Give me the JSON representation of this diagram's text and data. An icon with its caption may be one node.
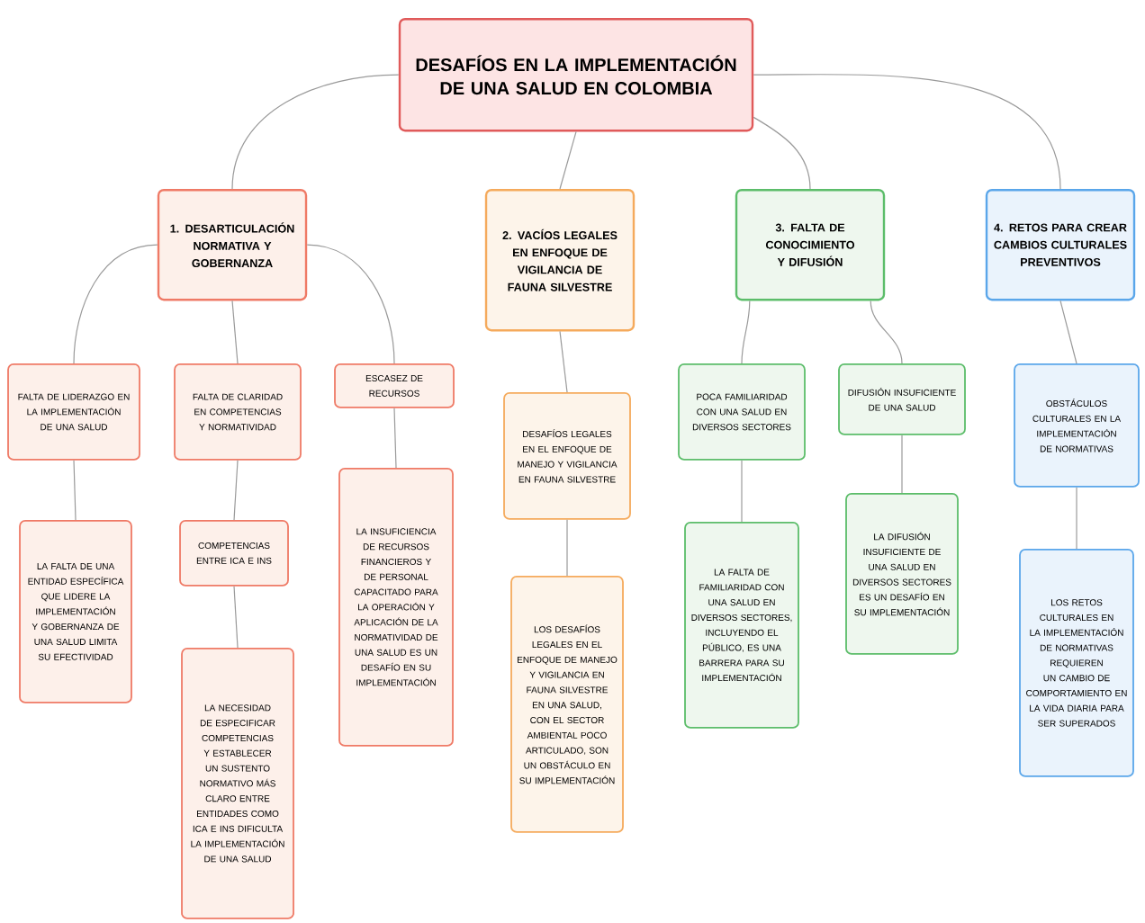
{
  "diagram": {
    "nodes": [
      {
        "text": [
          "DESAFÍOS EN LA IMPLEMENTACIÓN DE UNA SALUD EN COLOMBIA"
        ]
      },
      {
        "text": [
          "1. DESARTICULACIÓN NORMATIVA Y GOBERNANZA"
        ]
      },
      {
        "text": [
          "2. VACÍOS LEGALES EN ENFOQUE DE VIGILANCIA DE FAUNA SILVESTRE"
        ]
      },
      {
        "text": [
          "3. FALTA DE CONOCIMIENTO Y DIFUSIÓN"
        ]
      },
      {
        "text": [
          "4. RETOS PARA CREAR CAMBIOS CULTURALES PREVENTIVOS"
        ]
      },
      {
        "text": [
          "FALTA DE LIDERAZGO EN LA IMPLEMENTACIÓN DE UNA SALUD"
        ]
      },
      {
        "text": [
          "FALTA DE CLARIDAD EN COMPETENCIAS Y NORMATIVIDAD"
        ]
      },
      {
        "text": [
          "ESCASEZ DE RECURSOS"
        ]
      },
      {
        "text": [
          "LA FALTA DE UNA ENTIDAD ESPECÍFICA QUE LIDERE LA IMPLEMENTACIÓN Y GOBERNANZA DE UNA SALUD LIMITA SU EFECTIVIDAD"
        ]
      },
      {
        "text": [
          "COMPETENCIAS ENTRE ICA E INS"
        ]
      },
      {
        "text": [
          "LA NECESIDAD DE ESPECIFICAR COMPETENCIAS Y ESTABLECER UN SUSTENTO NORMATIVO MÁS CLARO ENTRE ENTIDADES COMO ICA E INS DIFICULTA LA IMPLEMENTACIÓN DE UNA SALUD"
        ]
      },
      {
        "text": [
          "LA INSUFICIENCIA DE RECURSOS FINANCIEROS Y DE PERSONAL CAPACITADO PARA LA OPERACIÓN Y APLICACIÓN DE LA NORMATIVIDAD DE UNA SALUD ES UN DESAFÍO EN SU IMPLEMENTACIÓN"
        ]
      },
      {
        "text": [
          "DESAFÍOS LEGALES EN EL ENFOQUE DE MANEJO Y VIGILANCIA EN FAUNA SILVESTRE"
        ]
      },
      {
        "text": [
          "LOS DESAFÍOS LEGALES EN EL ENFOQUE DE MANEJO Y VIGILANCIA EN FAUNA SILVESTRE EN UNA SALUD, CON EL SECTOR AMBIENTAL POCO ARTICULADO, SON UN OBSTÁCULO EN SU IMPLEMENTACIÓN"
        ]
      },
      {
        "text": [
          "POCA FAMILIARIDAD CON UNA SALUD EN DIVERSOS SECTORES"
        ]
      },
      {
        "text": [
          "DIFUSIÓN INSUFICIENTE DE UNA SALUD"
        ]
      },
      {
        "text": [
          "LA FALTA DE FAMILIARIDAD CON UNA SALUD EN DIVERSOS SECTORES, INCLUYENDO EL PÚBLICO, ES UNA BARRERA PARA SU IMPLEMENTACIÓN"
        ]
      },
      {
        "text": [
          "LA DIFUSIÓN INSUFICIENTE DE UNA SALUD EN DIVERSOS SECTORES ES UN DESAFÍO EN SU IMPLEMENTACIÓN"
        ]
      },
      {
        "text": [
          "OBSTÁCULOS CULTURALES EN LA IMPLEMENTACIÓN DE NORMATIVAS"
        ]
      },
      {
        "text": [
          "LOS RETOS CULTURALES EN LA IMPLEMENTACIÓN DE NORMATIVAS REQUIEREN UN CAMBIO DE COMPORTAMIENTO EN LA VIDA DIARIA PARA SER SUPERADOS"
        ]
      }
    ],
    "edges": [
      {
        "from": 0,
        "to": 1,
        "arrow": "none"
      },
      {
        "from": 0,
        "to": 2,
        "arrow": "none"
      },
      {
        "from": 0,
        "to": 3,
        "arrow": "none"
      },
      {
        "from": 0,
        "to": 4,
        "arrow": "none"
      },
      {
        "from": 1,
        "to": 5,
        "arrow": "none"
      },
      {
        "from": 1,
        "to": 6,
        "arrow": "none"
      },
      {
        "from": 1,
        "to": 7,
        "arrow": "none"
      },
      {
        "from": 5,
        "to": 8,
        "arrow": "none"
      },
      {
        "from": 6,
        "to": 9,
        "arrow": "none"
      },
      {
        "from": 9,
        "to": 10,
        "arrow": "none"
      },
      {
        "from": 7,
        "to": 11,
        "arrow": "none"
      },
      {
        "from": 2,
        "to": 12,
        "arrow": "none"
      },
      {
        "from": 12,
        "to": 13,
        "arrow": "none"
      },
      {
        "from": 3,
        "to": 14,
        "arrow": "none"
      },
      {
        "from": 3,
        "to": 15,
        "arrow": "none"
      },
      {
        "from": 14,
        "to": 16,
        "arrow": "none"
      },
      {
        "from": 15,
        "to": 17,
        "arrow": "none"
      },
      {
        "from": 4,
        "to": 18,
        "arrow": "none"
      },
      {
        "from": 18,
        "to": 19,
        "arrow": "none"
      }
    ]
  }
}
